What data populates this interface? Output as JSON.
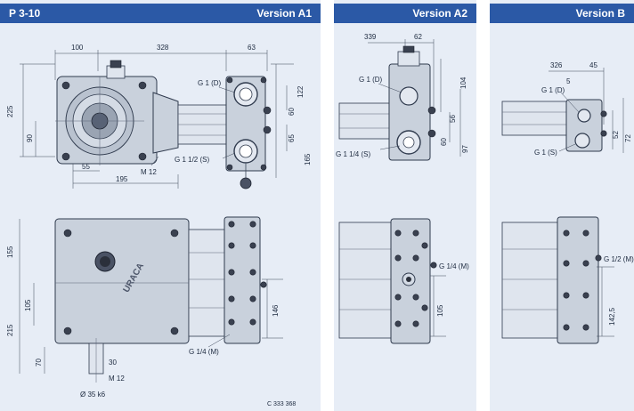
{
  "panels": {
    "main": {
      "model": "P 3-10",
      "version": "Version A1"
    },
    "a2": {
      "version": "Version A2"
    },
    "b": {
      "version": "Version B"
    }
  },
  "main_dims": {
    "d100": "100",
    "d328": "328",
    "d63": "63",
    "d225": "225",
    "d90": "90",
    "d55": "55",
    "d195": "195",
    "dm12": "M 12",
    "d122": "122",
    "d60": "60",
    "d65": "65",
    "d165": "165",
    "g1d": "G 1 (D)",
    "g112s": "G 1 1/2 (S)",
    "d155": "155",
    "d105": "105",
    "d215": "215",
    "d70": "70",
    "d30": "30",
    "dm12b": "M 12",
    "dshaft": "Ø 35 k6",
    "d146": "146",
    "g14m": "G 1/4 (M)",
    "code": "C 333 368"
  },
  "a2_dims": {
    "d339": "339",
    "d62": "62",
    "g1d": "G 1 (D)",
    "g114s": "G 1 1/4 (S)",
    "d104": "104",
    "d56": "56",
    "d60": "60",
    "d97": "97",
    "g14m": "G 1/4 (M)",
    "d105": "105"
  },
  "b_dims": {
    "d326": "326",
    "d45": "45",
    "d5": "5",
    "g1d": "G 1 (D)",
    "g1s": "G 1 (S)",
    "d52": "52",
    "d72": "72",
    "g12": "G 1/2 (M)",
    "d142": "142,5"
  }
}
